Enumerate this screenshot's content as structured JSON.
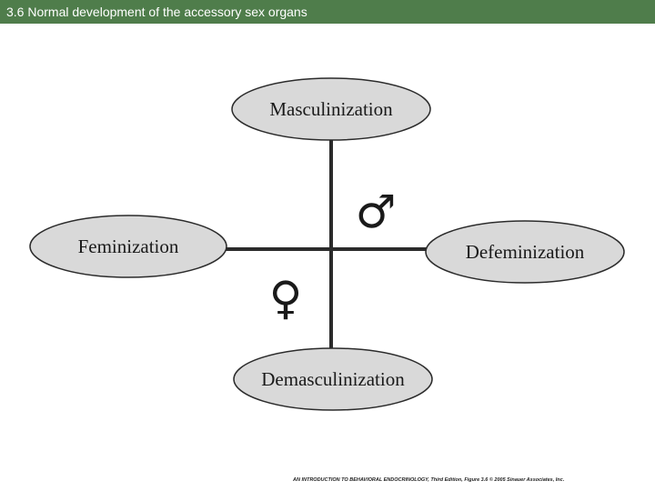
{
  "slide": {
    "title": "3.6 Normal development of the accessory sex organs"
  },
  "diagram": {
    "nodes": {
      "top": "Masculinization",
      "left": "Feminization",
      "right": "Defeminization",
      "bottom": "Demasculinization"
    },
    "symbols": {
      "male": "♂",
      "female": "♀"
    },
    "colors": {
      "title_bar": "#4f7d4b",
      "node_fill": "#d9d9d9",
      "node_stroke": "#2b2b2b",
      "axis": "#2b2b2b"
    }
  },
  "footer": {
    "credit": "AN INTRODUCTION TO BEHAVIORAL ENDOCRINOLOGY, Third Edition, Figure 3.6 © 2005 Sinauer Associates, Inc."
  }
}
